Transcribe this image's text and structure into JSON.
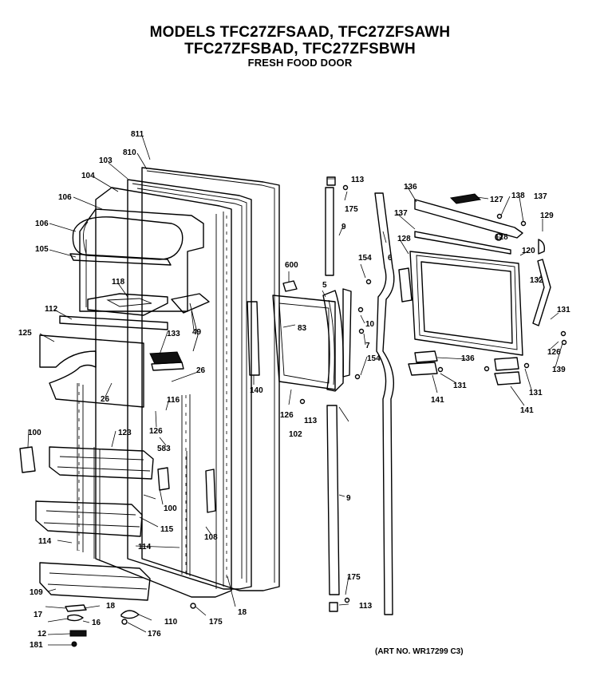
{
  "title": {
    "line1": "MODELS TFC27ZFSAAD, TFC27ZFSAWH",
    "line2": "TFC27ZFSBAD, TFC27ZFSBWH",
    "line3": "FRESH FOOD DOOR"
  },
  "art_number": "(ART NO. WR17299 C3)",
  "labels": [
    "811",
    "810",
    "103",
    "104",
    "106",
    "106",
    "105",
    "118",
    "112",
    "125",
    "133",
    "49",
    "26",
    "26",
    "116",
    "126",
    "583",
    "100",
    "123",
    "115",
    "114",
    "114",
    "109",
    "18",
    "17",
    "16",
    "12",
    "181",
    "110",
    "176",
    "175",
    "18",
    "108",
    "100",
    "600",
    "83",
    "140",
    "126",
    "102",
    "113",
    "5",
    "154",
    "10",
    "7",
    "154",
    "113",
    "175",
    "9",
    "6",
    "175",
    "113",
    "9",
    "136",
    "127",
    "138",
    "137",
    "129",
    "137",
    "120",
    "128",
    "132",
    "131",
    "136",
    "126",
    "139",
    "131",
    "141",
    "141",
    "131",
    "128"
  ]
}
